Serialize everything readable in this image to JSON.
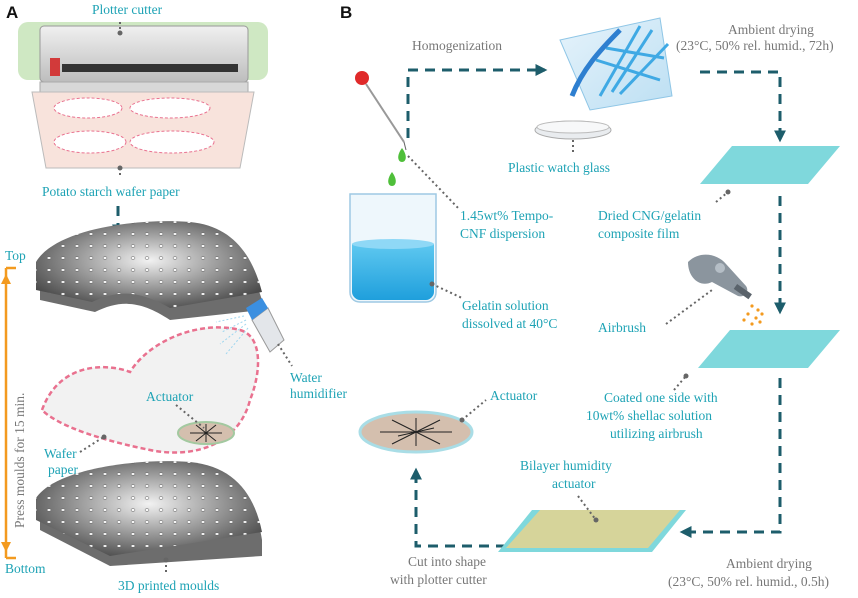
{
  "panels": {
    "a": "A",
    "b": "B"
  },
  "panel_a": {
    "plotter_cutter": "Plotter cutter",
    "wafer_paper_roll": "Potato starch wafer paper",
    "top": "Top",
    "bottom": "Bottom",
    "press": "Press moulds for 15 min.",
    "actuator": "Actuator",
    "water_humidifier": [
      "Water",
      "humidifier"
    ],
    "wafer_paper": [
      "Wafer",
      "paper"
    ],
    "moulds": "3D printed moulds"
  },
  "panel_b": {
    "homogenization": "Homogenization",
    "ambient_drying_1": [
      "Ambient drying",
      "(23°C, 50% rel. humid., 72h)"
    ],
    "watch_glass": "Plastic watch glass",
    "cnf": [
      "1.45wt% Tempo-",
      "CNF dispersion"
    ],
    "film": [
      "Dried CNG/gelatin",
      "composite film"
    ],
    "gelatin": [
      "Gelatin solution",
      "dissolved at 40°C"
    ],
    "airbrush": "Airbrush",
    "actuator": "Actuator",
    "coated": [
      "Coated one side with",
      "10wt% shellac solution",
      "utilizing airbrush"
    ],
    "bilayer": [
      "Bilayer humidity",
      "actuator"
    ],
    "cut": [
      "Cut into shape",
      "with plotter cutter"
    ],
    "ambient_drying_2": [
      "Ambient drying",
      "(23°C, 50% rel. humid., 0.5h)"
    ]
  },
  "colors": {
    "label_teal": "#1ea3b5",
    "label_gray": "#777777",
    "flow_arrow": "#1d5d6b",
    "film": "#7fd8dc",
    "bilayer": "#d6d49a",
    "orange": "#f39a1f",
    "wafer_outline": "#e9718f"
  }
}
